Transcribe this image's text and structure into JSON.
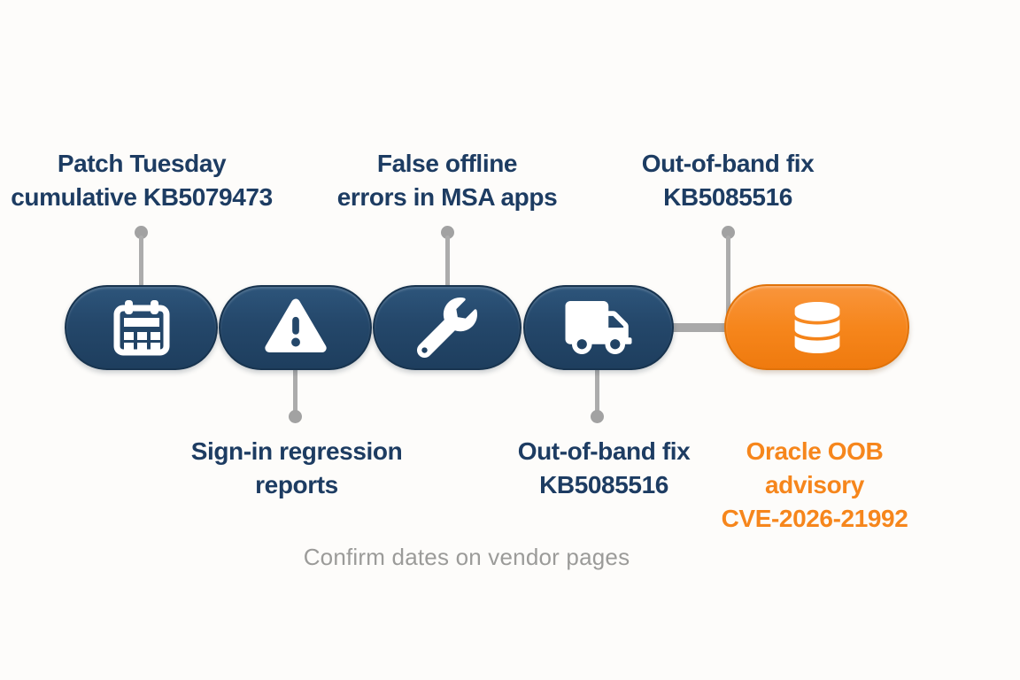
{
  "labels": {
    "top": [
      {
        "lines": [
          "Patch Tuesday",
          "cumulative KB5079473"
        ]
      },
      {
        "lines": [
          "False offline",
          "errors in MSA apps"
        ]
      },
      {
        "lines": [
          "Out-of-band fix",
          "KB5085516"
        ]
      }
    ],
    "bottom": [
      {
        "lines": [
          "Sign-in regression",
          "reports"
        ]
      },
      {
        "lines": [
          "Out-of-band fix",
          "KB5085516"
        ]
      },
      {
        "lines": [
          "Oracle OOB",
          "advisory",
          "CVE-2026-21992"
        ]
      }
    ]
  },
  "caption": "Confirm dates on vendor pages",
  "nodes": [
    {
      "name": "patch-tuesday-node",
      "icon": "calendar-icon",
      "color": "navy"
    },
    {
      "name": "sign-in-regression-node",
      "icon": "warning-icon",
      "color": "navy"
    },
    {
      "name": "false-offline-errors-node",
      "icon": "wrench-icon",
      "color": "navy"
    },
    {
      "name": "out-of-band-fix-node",
      "icon": "truck-icon",
      "color": "navy"
    },
    {
      "name": "oracle-oob-advisory-node",
      "icon": "database-icon",
      "color": "orange"
    }
  ],
  "colors": {
    "node_navy": "#24476a",
    "node_orange": "#f6861c",
    "text_navy": "#1d3c62",
    "text_orange": "#f6861c",
    "connector_gray": "#a9a9a9",
    "caption_gray": "#9b9b99",
    "background": "#fdfcfa"
  }
}
